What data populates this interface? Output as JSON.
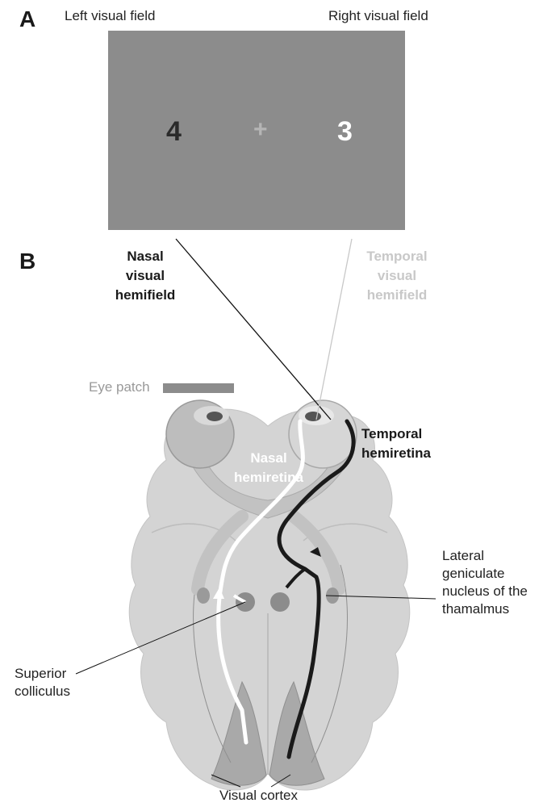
{
  "panel_a": {
    "letter": "A",
    "left_field": "Left visual field",
    "right_field": "Right visual field",
    "left_digit": "4",
    "fixation": "+",
    "right_digit": "3"
  },
  "panel_b": {
    "letter": "B",
    "nasal_hemifield": [
      "Nasal",
      "visual",
      "hemifield"
    ],
    "temporal_hemifield": [
      "Temporal",
      "visual",
      "hemifield"
    ],
    "eye_patch": "Eye patch",
    "temporal_hemiretina": [
      "Temporal",
      "hemiretina"
    ],
    "nasal_hemiretina": [
      "Nasal",
      "hemiretina"
    ],
    "lgn": [
      "Lateral",
      "geniculate",
      "nucleus of the",
      "thamalmus"
    ],
    "superior_colliculus": [
      "Superior",
      "colliculus"
    ],
    "visual_cortex": "Visual cortex"
  },
  "colors": {
    "stimulus_bg": "#8c8c8c",
    "brain": "#d4d4d4",
    "eye": "#bdbdbd",
    "nasal_pathway": "#ffffff",
    "temporal_pathway": "#1a1a1a",
    "temporal_label": "#c8c8c8"
  }
}
